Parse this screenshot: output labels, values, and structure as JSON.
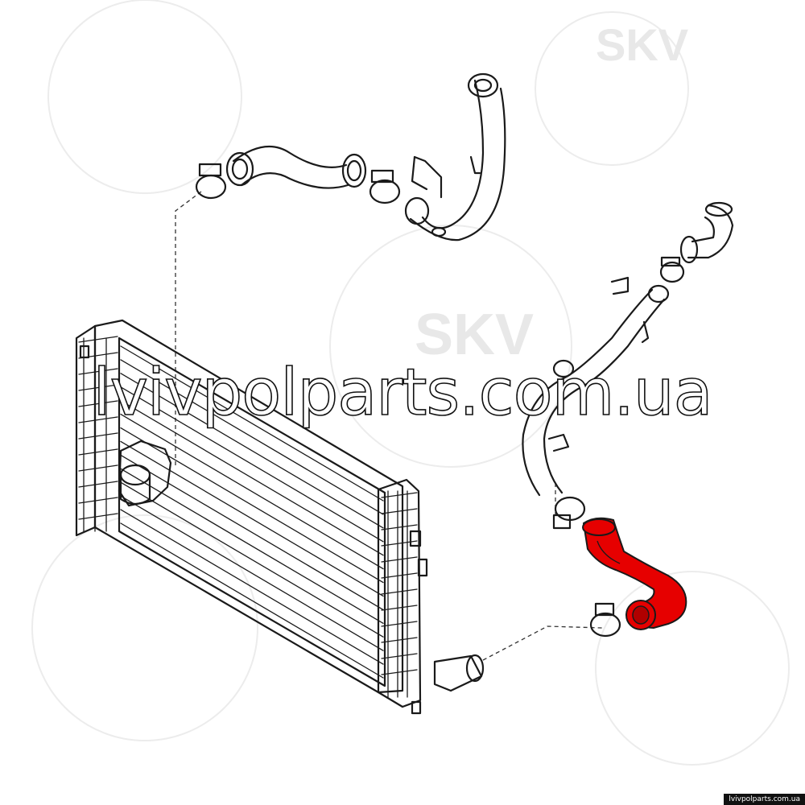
{
  "watermarks": {
    "brand_top": "SKV",
    "brand_center": "SKV",
    "site": "lvivpolparts.com.ua"
  },
  "footer": {
    "url": "lvivpolparts.com.ua"
  },
  "colors": {
    "highlight": "#e60000",
    "line": "#1a1a1a",
    "background": "#ffffff"
  }
}
